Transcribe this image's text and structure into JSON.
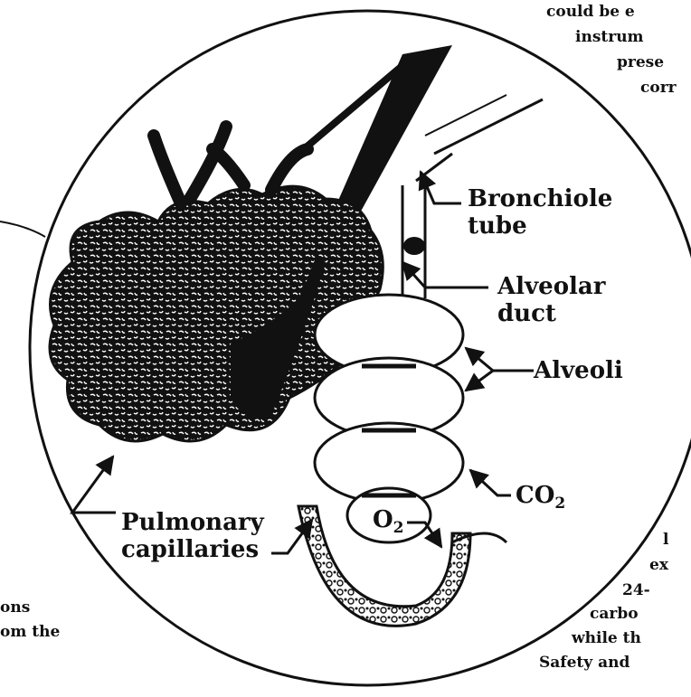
{
  "labels": {
    "bronchiole": [
      "Bronchiole",
      "tube"
    ],
    "alveolar_duct": [
      "Alveolar",
      "duct"
    ],
    "alveoli": "Alveoli",
    "co2": {
      "base": "CO",
      "sub": "2"
    },
    "o2": {
      "base": "O",
      "sub": "2"
    },
    "pulmonary": [
      "Pulmonary",
      "capillaries"
    ]
  },
  "background_text": {
    "top_right": [
      "could be e",
      "instrum",
      "prese",
      "corr"
    ],
    "bottom_right": [
      "l",
      "ex",
      "24-",
      "carbo",
      "while th",
      "Safety and"
    ],
    "bottom_left": [
      "ons",
      "om the"
    ]
  },
  "colors": {
    "ink": "#111111",
    "paper": "#ffffff"
  }
}
